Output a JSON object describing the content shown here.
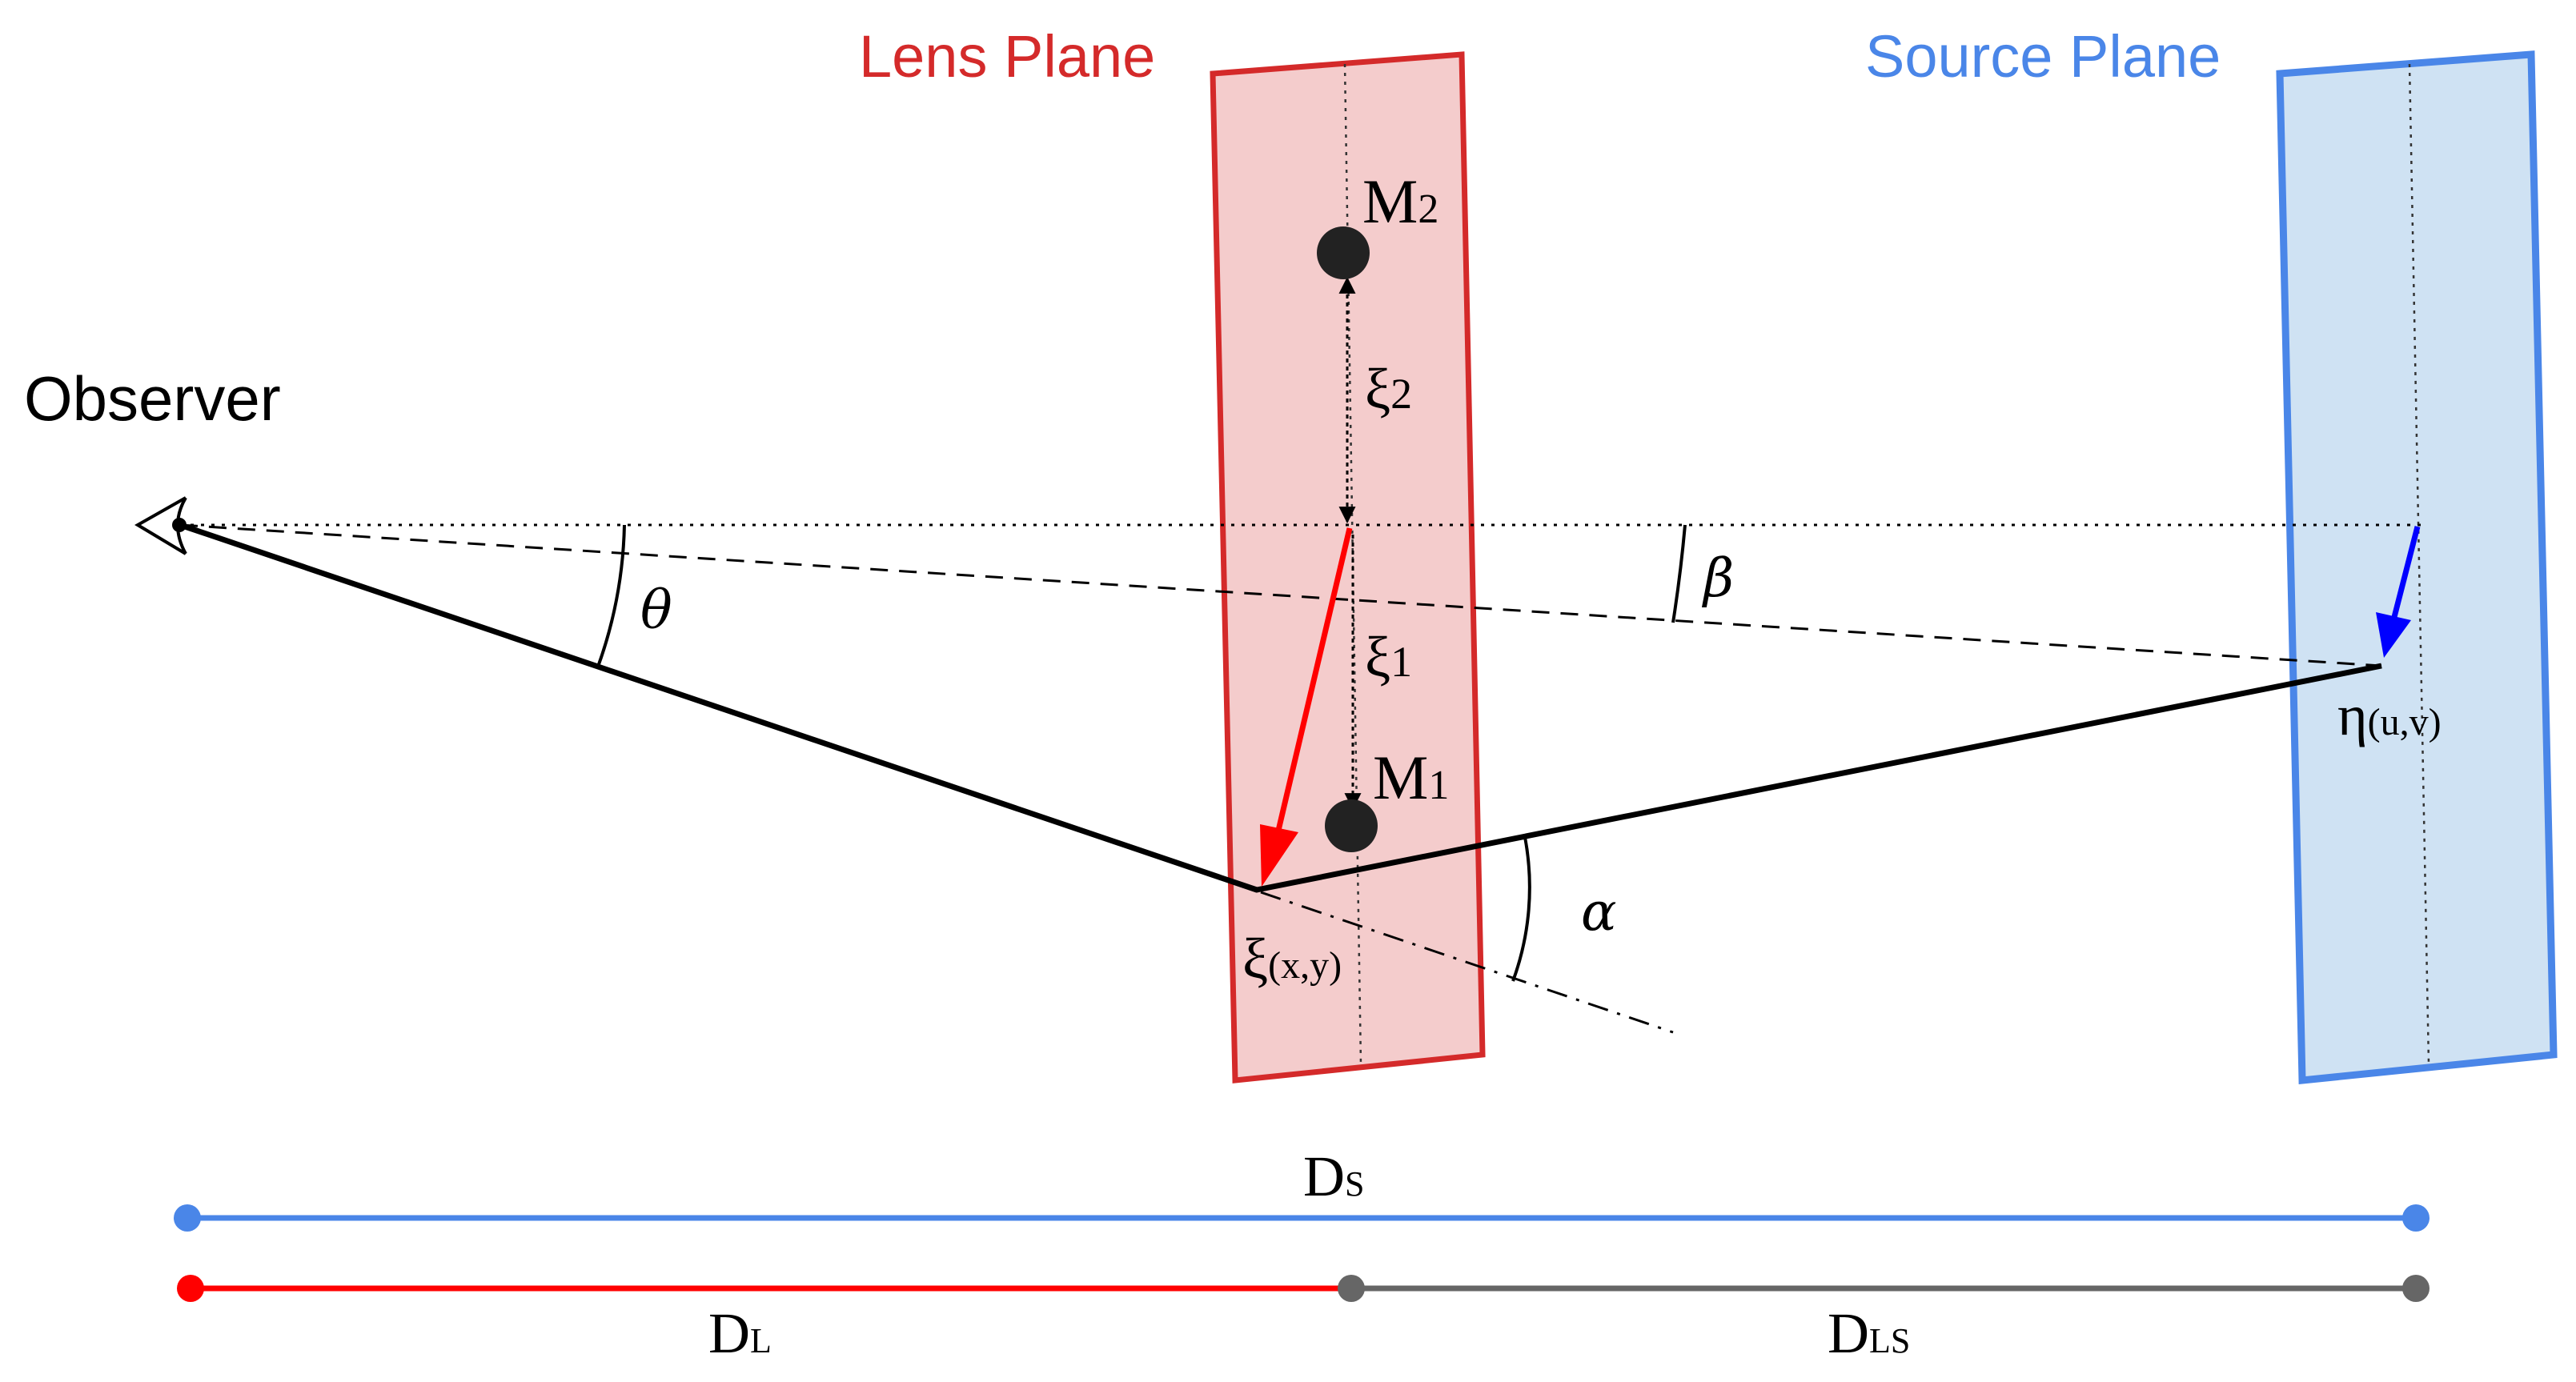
{
  "labels": {
    "observer": "Observer",
    "lens_plane": "Lens Plane",
    "source_plane": "Source Plane",
    "m2": {
      "main": "M",
      "sub": "2"
    },
    "m1": {
      "main": "M",
      "sub": "1"
    },
    "xi2": {
      "main": "ξ",
      "sub": "2"
    },
    "xi1": {
      "main": "ξ",
      "sub": "1"
    },
    "xi_xy": {
      "main": "ξ",
      "coords": "(x,y)"
    },
    "eta_uv": {
      "main": "η",
      "coords": "(u,v)"
    },
    "theta": "θ",
    "beta": "β",
    "alpha": "α",
    "ds": {
      "main": "D",
      "sub": "S"
    },
    "dl": {
      "main": "D",
      "sub": "L"
    },
    "dls": {
      "main": "D",
      "sub": "LS"
    }
  },
  "colors": {
    "lens_stroke": "#d42a2a",
    "lens_fill": "#f4cccc",
    "source_stroke": "#4a86e8",
    "source_fill": "#cfe2f3",
    "red_arrow": "#ff0000",
    "blue_arrow": "#0000ff",
    "ds_line": "#4a86e8",
    "dl_line": "#ff0000",
    "dls_line": "#666666",
    "text": "#000000"
  },
  "icons": {
    "observer": "eye-icon"
  }
}
